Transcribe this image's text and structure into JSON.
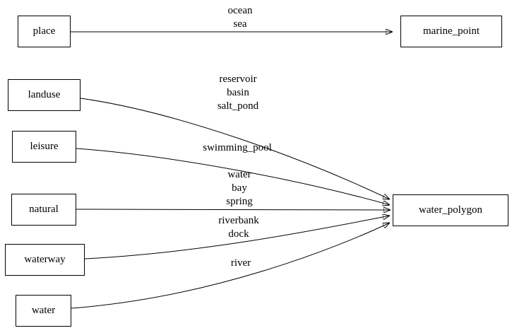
{
  "diagram": {
    "type": "directed-graph",
    "colors": {
      "background": "#ffffff",
      "node_border": "#000000",
      "edge": "#000000",
      "text": "#000000"
    },
    "nodes": [
      {
        "id": "place",
        "label": "place"
      },
      {
        "id": "marine_point",
        "label": "marine_point"
      },
      {
        "id": "landuse",
        "label": "landuse"
      },
      {
        "id": "leisure",
        "label": "leisure"
      },
      {
        "id": "natural",
        "label": "natural"
      },
      {
        "id": "waterway",
        "label": "waterway"
      },
      {
        "id": "water",
        "label": "water"
      },
      {
        "id": "water_polygon",
        "label": "water_polygon"
      }
    ],
    "edges": [
      {
        "from": "place",
        "to": "marine_point",
        "label": "ocean\nsea"
      },
      {
        "from": "landuse",
        "to": "water_polygon",
        "label": "reservoir\nbasin\nsalt_pond"
      },
      {
        "from": "leisure",
        "to": "water_polygon",
        "label": "swimming_pool"
      },
      {
        "from": "natural",
        "to": "water_polygon",
        "label": "water\nbay\nspring"
      },
      {
        "from": "waterway",
        "to": "water_polygon",
        "label": "riverbank\ndock"
      },
      {
        "from": "water",
        "to": "water_polygon",
        "label": "river"
      }
    ]
  }
}
